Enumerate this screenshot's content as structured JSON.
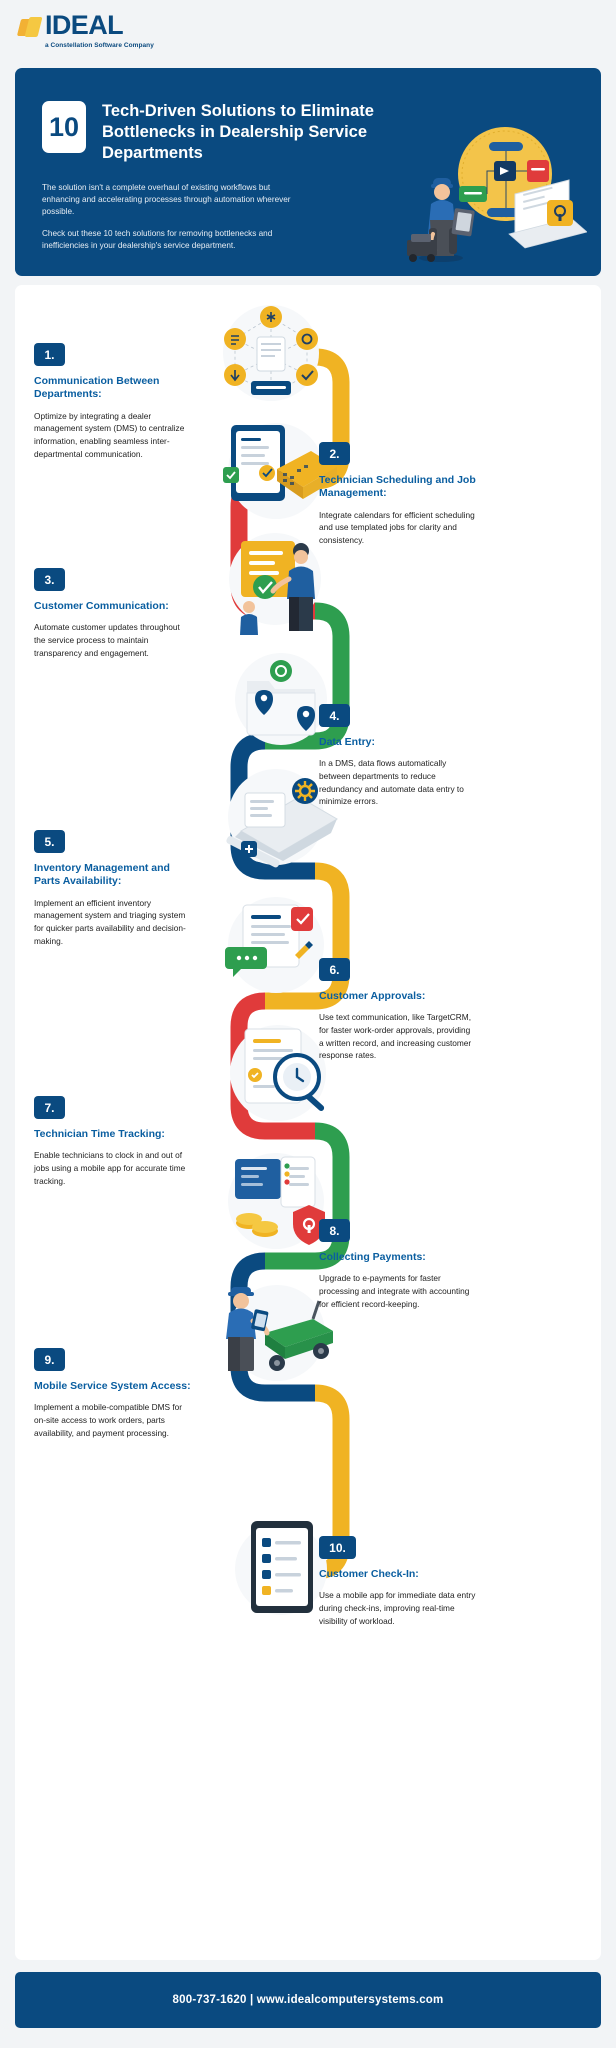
{
  "brand": {
    "logo_name": "IDEAL",
    "logo_tagline": "a Constellation Software Company",
    "logo_mark_color": "#f2b134",
    "primary_color": "#0a4a80",
    "accent_blue": "#0a5ea0"
  },
  "hero": {
    "badge_number": "10",
    "title": "Tech-Driven Solutions to Eliminate Bottlenecks in Dealership Service Departments",
    "paragraph_1": "The solution isn't a complete overhaul of existing workflows but enhancing and accelerating processes through automation wherever possible.",
    "paragraph_2": "Check out these 10 tech solutions for removing bottlenecks and inefficiencies in your dealership's service department."
  },
  "path_colors": {
    "yellow": "#f0b323",
    "red": "#e03b3b",
    "green": "#2e9e4f",
    "blue": "#0a4a80"
  },
  "items": [
    {
      "number": "1.",
      "heading": "Communication Between Departments:",
      "body": "Optimize by integrating a dealer management system (DMS) to centralize information, enabling seamless inter-departmental communication.",
      "side": "left",
      "illustration": "network-nodes-icon"
    },
    {
      "number": "2.",
      "heading": "Technician Scheduling and Job Management:",
      "body": "Integrate calendars for efficient scheduling and use templated jobs for clarity and consistency.",
      "side": "right",
      "illustration": "tablet-calendar-icon"
    },
    {
      "number": "3.",
      "heading": "Customer Communication:",
      "body": "Automate customer updates throughout the service process to maintain transparency and engagement.",
      "side": "left",
      "illustration": "handshake-customer-icon"
    },
    {
      "number": "4.",
      "heading": "Data Entry:",
      "body": "In a DMS, data flows automatically between departments to reduce redundancy and automate data entry to minimize errors.",
      "side": "right",
      "illustration": "folder-location-icon"
    },
    {
      "number": "5.",
      "heading": "Inventory Management and Parts Availability:",
      "body": "Implement an efficient inventory management system and triaging system for quicker parts availability and decision-making.",
      "side": "left",
      "illustration": "laptop-gear-icon"
    },
    {
      "number": "6.",
      "heading": "Customer Approvals:",
      "body": "Use text communication, like TargetCRM, for faster work-order approvals, providing a written record, and increasing customer response rates.",
      "side": "right",
      "illustration": "chat-approval-icon"
    },
    {
      "number": "7.",
      "heading": "Technician Time Tracking:",
      "body": "Enable technicians to clock in and out of jobs using a mobile app for accurate time tracking.",
      "side": "left",
      "illustration": "clock-magnifier-icon"
    },
    {
      "number": "8.",
      "heading": "Collecting Payments:",
      "body": "Upgrade to e-payments for faster processing and integrate with accounting for efficient record-keeping.",
      "side": "right",
      "illustration": "payment-coins-icon"
    },
    {
      "number": "9.",
      "heading": "Mobile Service System Access:",
      "body": "Implement a mobile-compatible DMS for on-site access to work orders, parts availability, and payment processing.",
      "side": "left",
      "illustration": "mobile-technician-icon"
    },
    {
      "number": "10.",
      "heading": "Customer Check-In:",
      "body": "Use a mobile app for immediate data entry during check-ins, improving real-time visibility of workload.",
      "side": "right",
      "illustration": "tablet-checklist-icon"
    }
  ],
  "footer": {
    "contact": "800-737-1620 | www.idealcomputersystems.com"
  }
}
